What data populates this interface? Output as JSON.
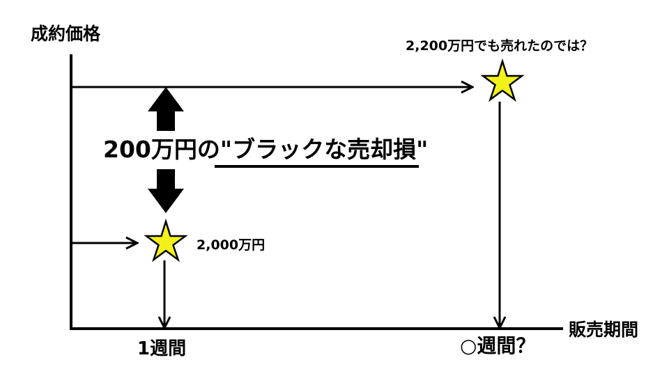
{
  "axes": {
    "y_label": "成約価格",
    "x_label": "販売期間",
    "x_ticks": [
      "1週間",
      "○週間？"
    ]
  },
  "points": {
    "high_price": "2,200万円でも売れたのでは？",
    "low_price": "2,000万円"
  },
  "gap": {
    "label": "200万円の\"ブラックな売却損\""
  },
  "colors": {
    "star_fill": "#f2f21a",
    "line": "#000000",
    "background": "#ffffff"
  }
}
